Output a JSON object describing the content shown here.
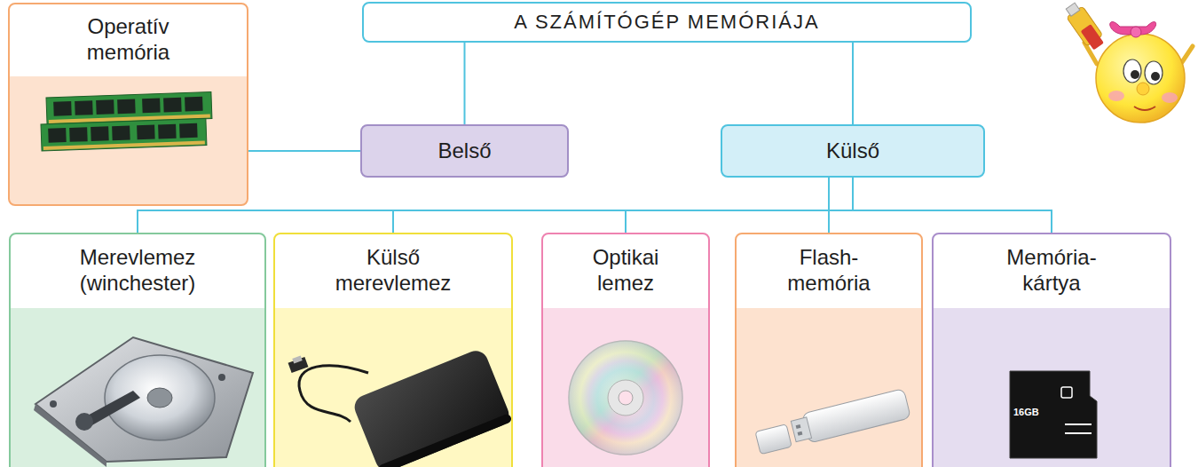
{
  "diagram": {
    "nodes": [
      {
        "text": [
          "A SZÁMÍTÓGÉP MEMÓRIÁJA"
        ]
      },
      {
        "text": [
          "Operatív memória"
        ]
      },
      {
        "text": [
          "Belső"
        ]
      },
      {
        "text": [
          "Külső"
        ]
      },
      {
        "text": [
          "Merevlemez (winchester)"
        ]
      },
      {
        "text": [
          "Külső merevlemez"
        ]
      },
      {
        "text": [
          "Optikai lemez"
        ]
      },
      {
        "text": [
          "Flash- memória"
        ]
      },
      {
        "text": [
          "Memória- kártya"
        ]
      }
    ],
    "edges": [
      {
        "from": 0,
        "to": 2,
        "arrow": "none"
      },
      {
        "from": 0,
        "to": 3,
        "arrow": "none"
      },
      {
        "from": 2,
        "to": 1,
        "arrow": "none"
      },
      {
        "from": 3,
        "to": 4,
        "arrow": "none"
      },
      {
        "from": 3,
        "to": 5,
        "arrow": "none"
      },
      {
        "from": 3,
        "to": 6,
        "arrow": "none"
      },
      {
        "from": 3,
        "to": 7,
        "arrow": "none"
      },
      {
        "from": 3,
        "to": 8,
        "arrow": "none"
      }
    ],
    "labels": [
      "16GB"
    ]
  }
}
